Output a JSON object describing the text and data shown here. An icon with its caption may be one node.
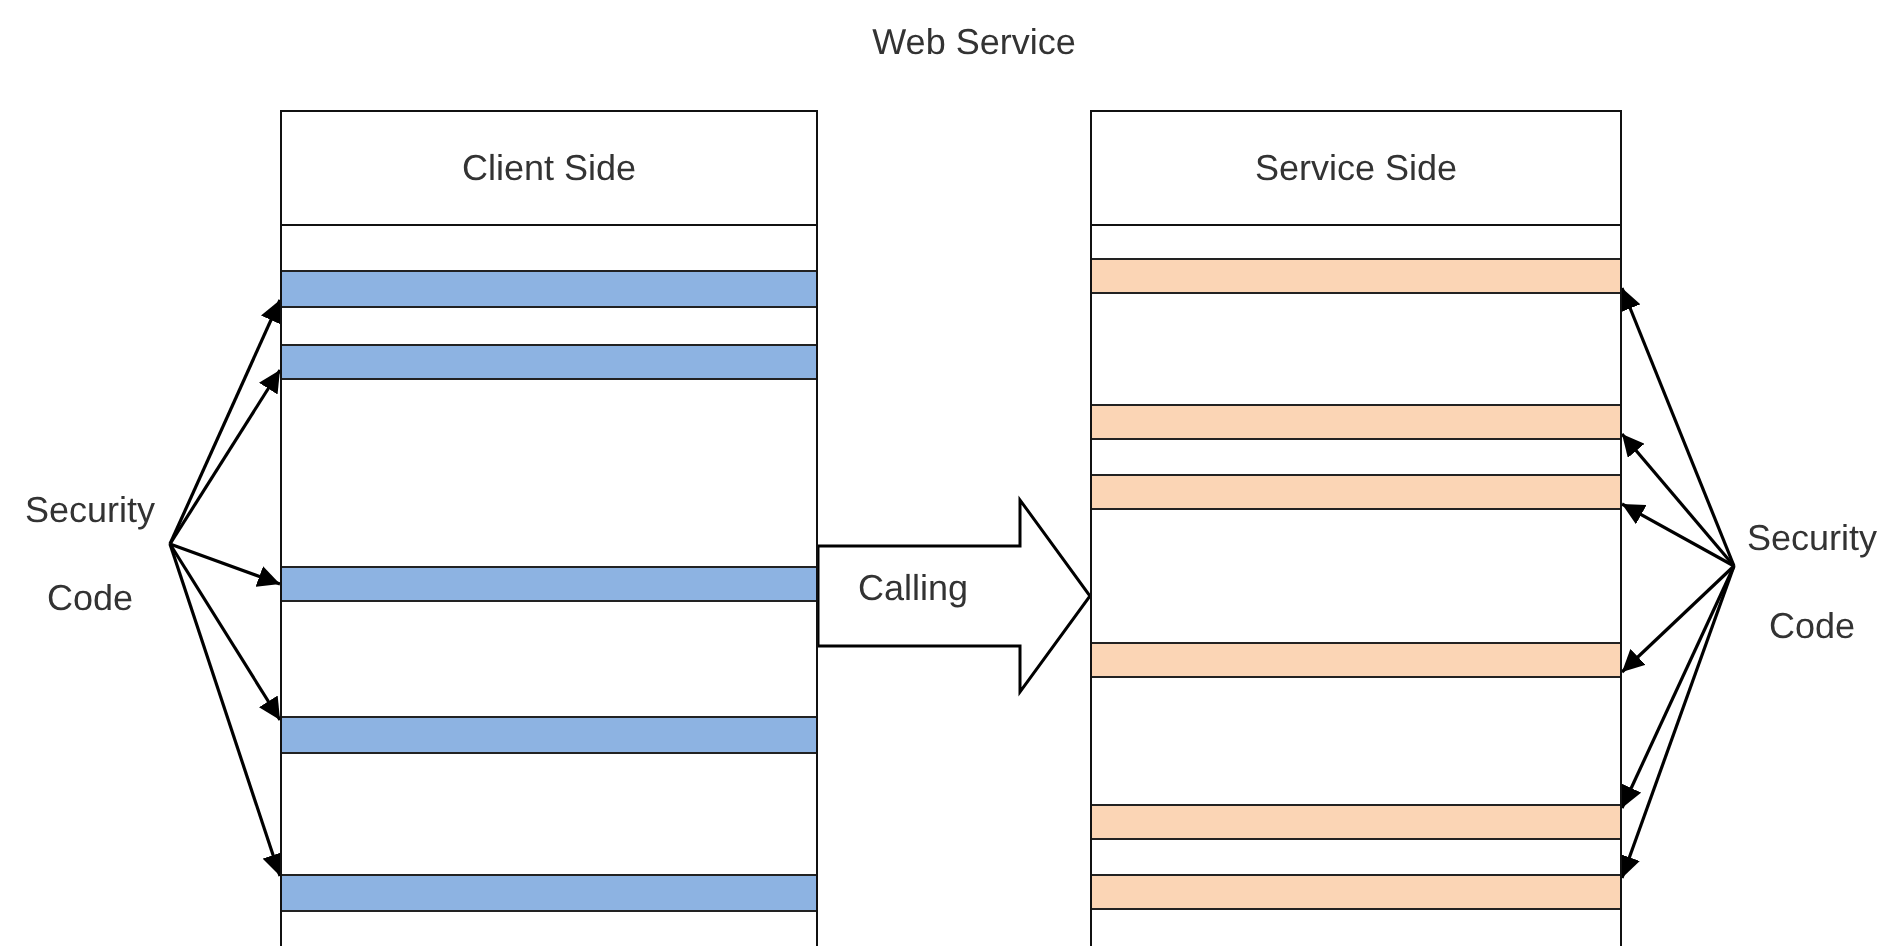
{
  "diagram": {
    "title": "Web Service",
    "nodes": [
      {
        "text": [
          "Client Side"
        ]
      },
      {
        "text": [],
        "shape": "bar",
        "in": 0
      },
      {
        "text": [],
        "shape": "bar",
        "in": 0
      },
      {
        "text": [],
        "shape": "bar",
        "in": 0
      },
      {
        "text": [],
        "shape": "bar",
        "in": 0
      },
      {
        "text": [],
        "shape": "bar",
        "in": 0
      },
      {
        "text": [
          "Service Side"
        ]
      },
      {
        "text": [],
        "shape": "bar",
        "in": 6
      },
      {
        "text": [],
        "shape": "bar",
        "in": 6
      },
      {
        "text": [],
        "shape": "bar",
        "in": 6
      },
      {
        "text": [],
        "shape": "bar",
        "in": 6
      },
      {
        "text": [],
        "shape": "bar",
        "in": 6
      },
      {
        "text": [],
        "shape": "bar",
        "in": 6
      },
      {
        "text": [
          "Security Code"
        ]
      },
      {
        "text": [
          "Security Code"
        ]
      }
    ],
    "edges": [
      {
        "from": 0,
        "to": 6,
        "arrow": "to",
        "label": "Calling",
        "style": "thick"
      },
      {
        "from": 13,
        "to": 1,
        "arrow": "to"
      },
      {
        "from": 13,
        "to": 2,
        "arrow": "to"
      },
      {
        "from": 13,
        "to": 3,
        "arrow": "to"
      },
      {
        "from": 13,
        "to": 4,
        "arrow": "to"
      },
      {
        "from": 13,
        "to": 5,
        "arrow": "to"
      },
      {
        "from": 14,
        "to": 7,
        "arrow": "to"
      },
      {
        "from": 14,
        "to": 8,
        "arrow": "to"
      },
      {
        "from": 14,
        "to": 9,
        "arrow": "to"
      },
      {
        "from": 14,
        "to": 10,
        "arrow": "to"
      },
      {
        "from": 14,
        "to": 11,
        "arrow": "to"
      },
      {
        "from": 14,
        "to": 12,
        "arrow": "to"
      }
    ]
  }
}
